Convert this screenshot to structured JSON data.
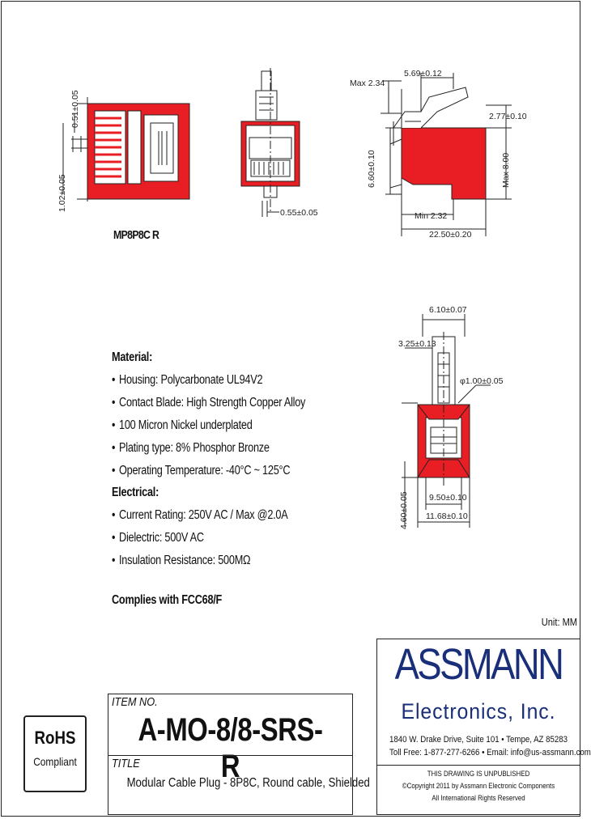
{
  "dimensions": {
    "top_0_51": "0.51±0.05",
    "side_1_02": "1.02±0.05",
    "front_0_55": "0.55±0.05",
    "max_2_34": "Max 2.34",
    "d_5_69": "5.69±0.12",
    "d_2_77": "2.77±0.10",
    "d_6_60": "6.60±0.10",
    "max_8_00": "Max 8.00",
    "min_2_32": "Min 2.32",
    "d_22_50": "22.50±0.20",
    "d_6_10": "6.10±0.07",
    "d_3_25": "3.25±0.13",
    "d_phi_1_00": "φ1.00±0.05",
    "d_4_60": "4.60±0.05",
    "d_9_50": "9.50±0.10",
    "d_11_68": "11.68±0.10"
  },
  "model_label": "MP8P8C R",
  "specs": {
    "material_heading": "Material:",
    "material": [
      "Housing: Polycarbonate UL94V2",
      "Contact Blade: High Strength Copper Alloy",
      "100 Micron Nickel underplated",
      "Plating type: 8% Phosphor Bronze",
      "Operating Temperature: -40°C ~ 125°C"
    ],
    "electrical_heading": "Electrical:",
    "electrical": [
      "Current Rating: 250V AC / Max @2.0A",
      "Dielectric: 500V AC",
      "Insulation Resistance: 500MΩ"
    ],
    "bullet": "•",
    "complies": "Complies with FCC68/F"
  },
  "unit": "Unit: MM",
  "title_block": {
    "item_no_label": "ITEM NO.",
    "item_no": "A-MO-8/8-SRS-R",
    "title_label": "TITLE",
    "title": "Modular Cable Plug - 8P8C, Round cable, Shielded"
  },
  "rohs": {
    "big": "RoHS",
    "small": "Compliant"
  },
  "company": {
    "logo_top": "ASSMANN",
    "logo_bottom": "Electronics, Inc.",
    "address": "1840 W. Drake Drive, Suite 101 • Tempe, AZ 85283",
    "contact": "Toll Free: 1-877-277-6266 • Email: info@us-assmann.com",
    "notice": "THIS DRAWING IS UNPUBLISHED",
    "copyright": "©Copyright 2011 by Assmann Electronic Components",
    "rights": "All International Rights Reserved"
  },
  "colors": {
    "part_red": "#e81e24",
    "logo_blue": "#1a2f7a",
    "line": "#222222"
  }
}
